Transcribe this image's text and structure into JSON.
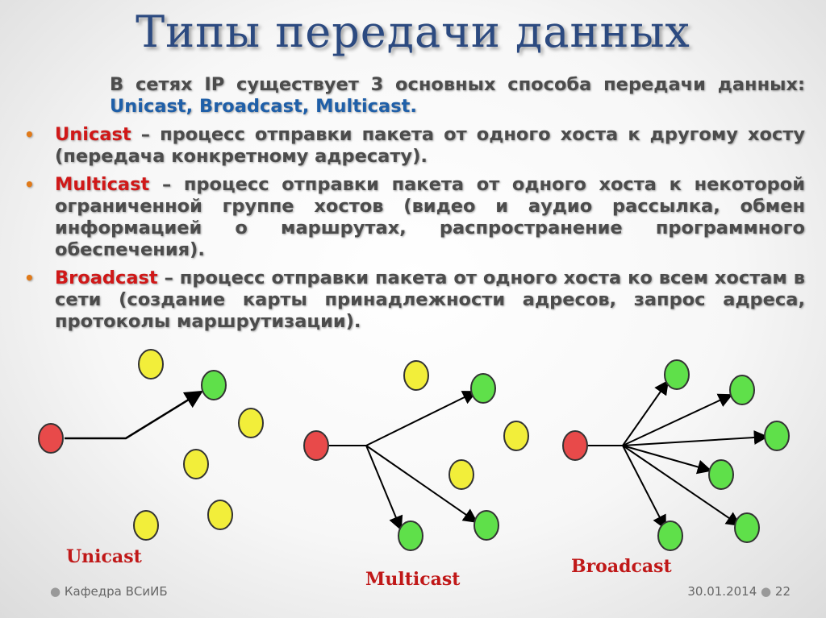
{
  "title": "Типы передачи данных",
  "intro": {
    "prefix": "В сетях IP существует 3 основных способа передачи данных: ",
    "methods": "Unicast, Broadcast, Multicast."
  },
  "bullets": [
    {
      "term": "Unicast",
      "text": " – процесс отправки пакета от одного хоста к другому хосту (передача конкретному адресату)."
    },
    {
      "term": "Multicast",
      "text": " – процесс отправки пакета от одного хоста к некоторой ограниченной группе хостов (видео и аудио рассылка, обмен информацией о маршрутах, распространение программного обеспечения)."
    },
    {
      "term": "Broadcast",
      "text": " – процесс отправки пакета от одного хоста ко всем хостам в сети (создание карты принадлежности адресов, запрос адреса, протоколы маршрутизации)."
    }
  ],
  "diagram_labels": {
    "unicast": "Unicast",
    "multicast": "Multicast",
    "broadcast": "Broadcast"
  },
  "colors": {
    "sender": "#e84a4a",
    "receiver": "#5fe04a",
    "idle": "#f2ee3a",
    "title": "#2c4a80",
    "term": "#d01818",
    "methods": "#1f5fa8"
  },
  "footer": {
    "left": "Кафедра ВСиИБ",
    "date": "30.01.2014",
    "page": "22"
  }
}
